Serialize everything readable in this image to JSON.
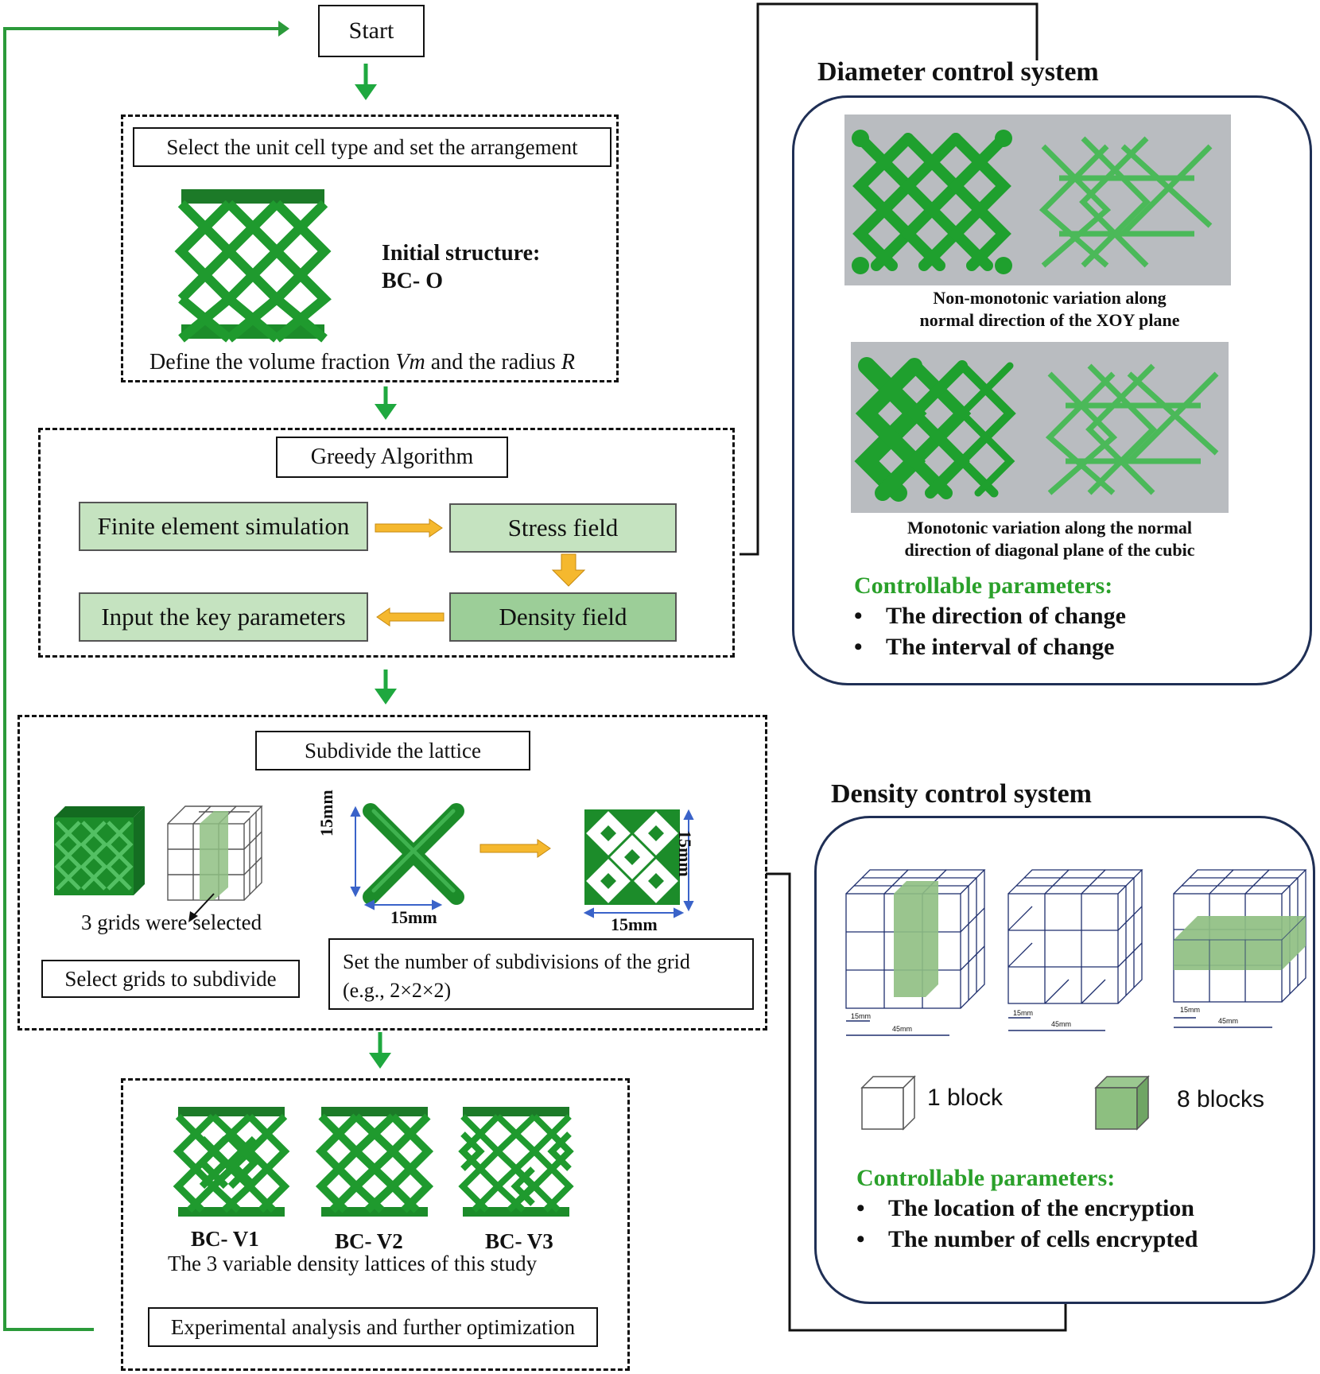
{
  "flow": {
    "start": "Start",
    "step1": {
      "box_title": "Select the unit cell type and set the arrangement",
      "initial_label": "Initial structure:",
      "initial_name": "BC- O",
      "define_prefix": "Define the volume fraction ",
      "define_vm": "Vm",
      "define_mid": " and the radius ",
      "define_r": "R"
    },
    "step2": {
      "title": "Greedy Algorithm",
      "fe": "Finite element simulation",
      "stress": "Stress field",
      "density": "Density field",
      "input": "Input the key parameters"
    },
    "step3": {
      "title": "Subdivide the lattice",
      "grids_selected": "3 grids were selected",
      "select_grids": "Select  grids to subdivide",
      "dim_15mm": "15mm",
      "set_number": "Set the number of  subdivisions of the grid",
      "example": "(e.g., 2×2×2)"
    },
    "step4": {
      "v1": "BC- V1",
      "v2": "BC- V2",
      "v3": "BC- V3",
      "caption": "The 3 variable density lattices of this study",
      "exp": "Experimental analysis and further optimization"
    }
  },
  "diameter_system": {
    "title": "Diameter control system",
    "caption1_line1": "Non-monotonic variation along",
    "caption1_line2": "normal direction of the XOY plane",
    "caption2_line1": "Monotonic variation along the normal",
    "caption2_line2": "direction of  diagonal plane of the cubic",
    "params_title": "Controllable parameters:",
    "params": [
      "The direction of change",
      "The interval of change"
    ]
  },
  "density_system": {
    "title": "Density control system",
    "scale_small": "15mm",
    "scale_large": "45mm",
    "legend_1": "1 block",
    "legend_8": "8 blocks",
    "params_title": "Controllable parameters:",
    "params": [
      "The location of the encryption",
      "The number of cells encrypted"
    ]
  },
  "colors": {
    "flow_arrow": "#1fa83f",
    "loop_line": "#2b9a3a",
    "process_green": "#c5e3c0",
    "process_green_dark": "#9cce98",
    "orange_arrow": "#f5b82e",
    "lattice_green": "#1c8c2a",
    "panel_border": "#1f2f55",
    "param_title": "#2aa02a"
  },
  "icons": [
    "lattice-image",
    "grid-cube-icon",
    "block-cube-icon",
    "down-arrow-icon",
    "right-arrow-icon"
  ]
}
